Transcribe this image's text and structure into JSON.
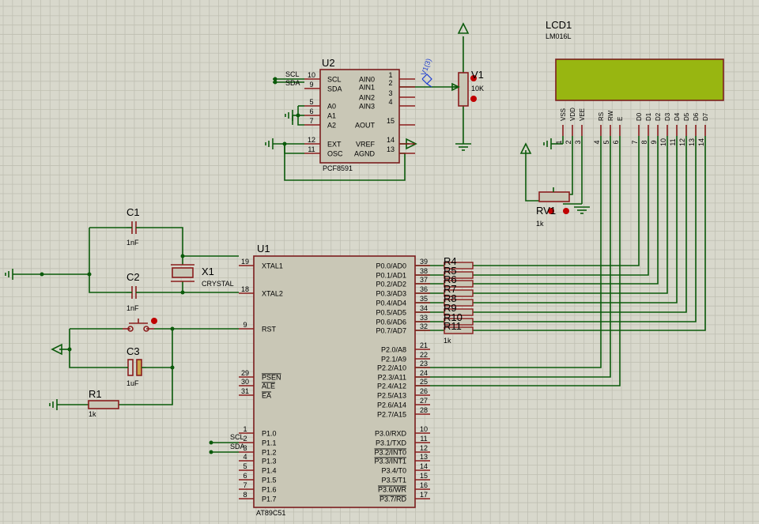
{
  "colors": {
    "background": "#d8d8cc",
    "grid": "#bfbfb2",
    "wire": "#0b5a0b",
    "pin": "#8a1d1d",
    "component_fill": "#c9c7b6",
    "component_outline": "#7b1d1d",
    "lcd_screen": "#98b611",
    "text": "#000000",
    "probe": "#1f3fd0",
    "pin_dot": "#c00000"
  },
  "u1": {
    "ref": "U1",
    "part": "AT89C51",
    "left_pins": [
      {
        "num": "19",
        "name": "XTAL1"
      },
      {
        "num": "18",
        "name": "XTAL2"
      },
      {
        "num": "9",
        "name": "RST"
      },
      {
        "num": "29",
        "name": "PSEN"
      },
      {
        "num": "30",
        "name": "ALE"
      },
      {
        "num": "31",
        "name": "EA"
      },
      {
        "num": "1",
        "name": "P1.0"
      },
      {
        "num": "2",
        "name": "P1.1"
      },
      {
        "num": "3",
        "name": "P1.2"
      },
      {
        "num": "4",
        "name": "P1.3"
      },
      {
        "num": "5",
        "name": "P1.4"
      },
      {
        "num": "6",
        "name": "P1.5"
      },
      {
        "num": "7",
        "name": "P1.6"
      },
      {
        "num": "8",
        "name": "P1.7"
      }
    ],
    "right_pins": [
      {
        "num": "39",
        "name": "P0.0/AD0"
      },
      {
        "num": "38",
        "name": "P0.1/AD1"
      },
      {
        "num": "37",
        "name": "P0.2/AD2"
      },
      {
        "num": "36",
        "name": "P0.3/AD3"
      },
      {
        "num": "35",
        "name": "P0.4/AD4"
      },
      {
        "num": "34",
        "name": "P0.5/AD5"
      },
      {
        "num": "33",
        "name": "P0.6/AD6"
      },
      {
        "num": "32",
        "name": "P0.7/AD7"
      },
      {
        "num": "21",
        "name": "P2.0/A8"
      },
      {
        "num": "22",
        "name": "P2.1/A9"
      },
      {
        "num": "23",
        "name": "P2.2/A10"
      },
      {
        "num": "24",
        "name": "P2.3/A11"
      },
      {
        "num": "25",
        "name": "P2.4/A12"
      },
      {
        "num": "26",
        "name": "P2.5/A13"
      },
      {
        "num": "27",
        "name": "P2.6/A14"
      },
      {
        "num": "28",
        "name": "P2.7/A15"
      },
      {
        "num": "10",
        "name": "P3.0/RXD"
      },
      {
        "num": "11",
        "name": "P3.1/TXD"
      },
      {
        "num": "12",
        "name": "P3.2/INT0"
      },
      {
        "num": "13",
        "name": "P3.3/INT1"
      },
      {
        "num": "14",
        "name": "P3.4/T0"
      },
      {
        "num": "15",
        "name": "P3.5/T1"
      },
      {
        "num": "16",
        "name": "P3.6/WR"
      },
      {
        "num": "17",
        "name": "P3.7/RD"
      }
    ],
    "net_labels": [
      "SCL",
      "SDA"
    ]
  },
  "u2": {
    "ref": "U2",
    "part": "PCF8591",
    "left_pins": [
      {
        "num": "10",
        "name": "SCL"
      },
      {
        "num": "9",
        "name": "SDA"
      },
      {
        "num": "5",
        "name": "A0"
      },
      {
        "num": "6",
        "name": "A1"
      },
      {
        "num": "7",
        "name": "A2"
      },
      {
        "num": "12",
        "name": "EXT"
      },
      {
        "num": "11",
        "name": "OSC"
      }
    ],
    "right_pins": [
      {
        "num": "1",
        "name": "AIN0"
      },
      {
        "num": "2",
        "name": "AIN1"
      },
      {
        "num": "3",
        "name": "AIN2"
      },
      {
        "num": "4",
        "name": "AIN3"
      },
      {
        "num": "15",
        "name": "AOUT"
      },
      {
        "num": "14",
        "name": "VREF"
      },
      {
        "num": "13",
        "name": "AGND"
      }
    ],
    "net_labels": [
      "SCL",
      "SDA"
    ]
  },
  "lcd": {
    "ref": "LCD1",
    "part": "LM016L",
    "pins": [
      {
        "num": "1",
        "name": "VSS"
      },
      {
        "num": "2",
        "name": "VDD"
      },
      {
        "num": "3",
        "name": "VEE"
      },
      {
        "num": "4",
        "name": "RS"
      },
      {
        "num": "5",
        "name": "RW"
      },
      {
        "num": "6",
        "name": "E"
      },
      {
        "num": "7",
        "name": "D0"
      },
      {
        "num": "8",
        "name": "D1"
      },
      {
        "num": "9",
        "name": "D2"
      },
      {
        "num": "10",
        "name": "D3"
      },
      {
        "num": "11",
        "name": "D4"
      },
      {
        "num": "12",
        "name": "D5"
      },
      {
        "num": "13",
        "name": "D6"
      },
      {
        "num": "14",
        "name": "D7"
      }
    ]
  },
  "rv1": {
    "ref": "RV1",
    "value": "1k"
  },
  "v1": {
    "ref": "V1",
    "value": "10K",
    "probe": "V1(3)"
  },
  "x1": {
    "ref": "X1",
    "value": "CRYSTAL"
  },
  "c1": {
    "ref": "C1",
    "value": "1nF"
  },
  "c2": {
    "ref": "C2",
    "value": "1nF"
  },
  "c3": {
    "ref": "C3",
    "value": "1uF"
  },
  "r1": {
    "ref": "R1",
    "value": "1k"
  },
  "rpack": {
    "labels": [
      "R4",
      "R5",
      "R6",
      "R7",
      "R8",
      "R9",
      "R10",
      "R11"
    ],
    "value": "1k"
  }
}
